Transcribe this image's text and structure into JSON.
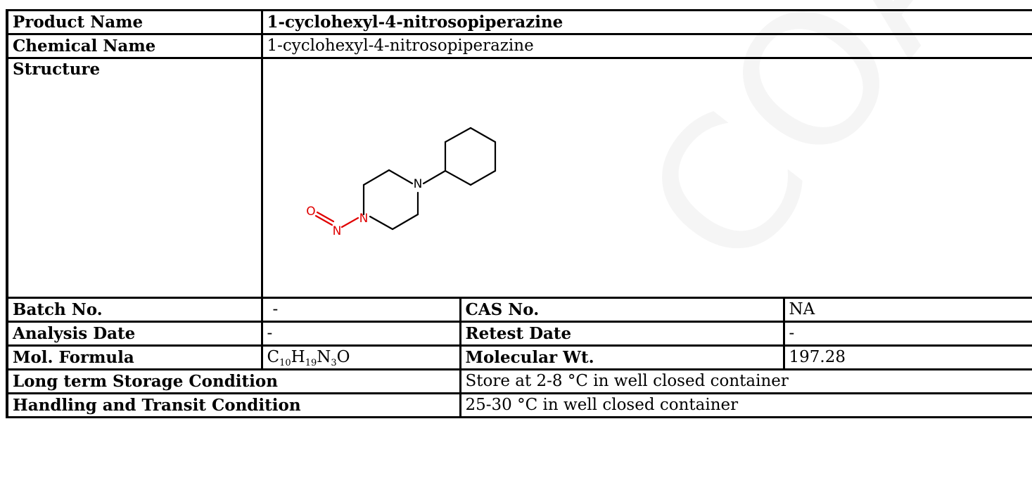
{
  "rows": {
    "product_name": {
      "label": "Product Name",
      "value": "1-cyclohexyl-4-nitrosopiperazine"
    },
    "chemical_name": {
      "label": "Chemical Name",
      "value": "1-cyclohexyl-4-nitrosopiperazine"
    },
    "structure": {
      "label": "Structure"
    },
    "batch": {
      "label": "Batch No.",
      "value": "-"
    },
    "cas": {
      "label": "CAS No.",
      "value": "NA"
    },
    "analysis_date": {
      "label": "Analysis Date",
      "value": "-"
    },
    "retest_date": {
      "label": "Retest Date",
      "value": "-"
    },
    "mol_formula": {
      "label": "Mol. Formula",
      "parts": [
        {
          "el": "C",
          "n": "10"
        },
        {
          "el": "H",
          "n": "19"
        },
        {
          "el": "N",
          "n": "3"
        },
        {
          "el": "O",
          "n": ""
        }
      ]
    },
    "mol_weight": {
      "label": "Molecular Wt.",
      "value": "197.28"
    },
    "storage": {
      "label": "Long term Storage Condition",
      "value": "Store at 2-8 °C in well closed container"
    },
    "handling": {
      "label": "Handling and Transit Condition",
      "value": "25-30 °C in well closed container"
    }
  },
  "structure_atoms": {
    "n1": "N",
    "n2": "N",
    "n_nitroso": "N",
    "o": "O"
  },
  "colors": {
    "heteroatom": "#e00000",
    "bond": "#000000"
  }
}
